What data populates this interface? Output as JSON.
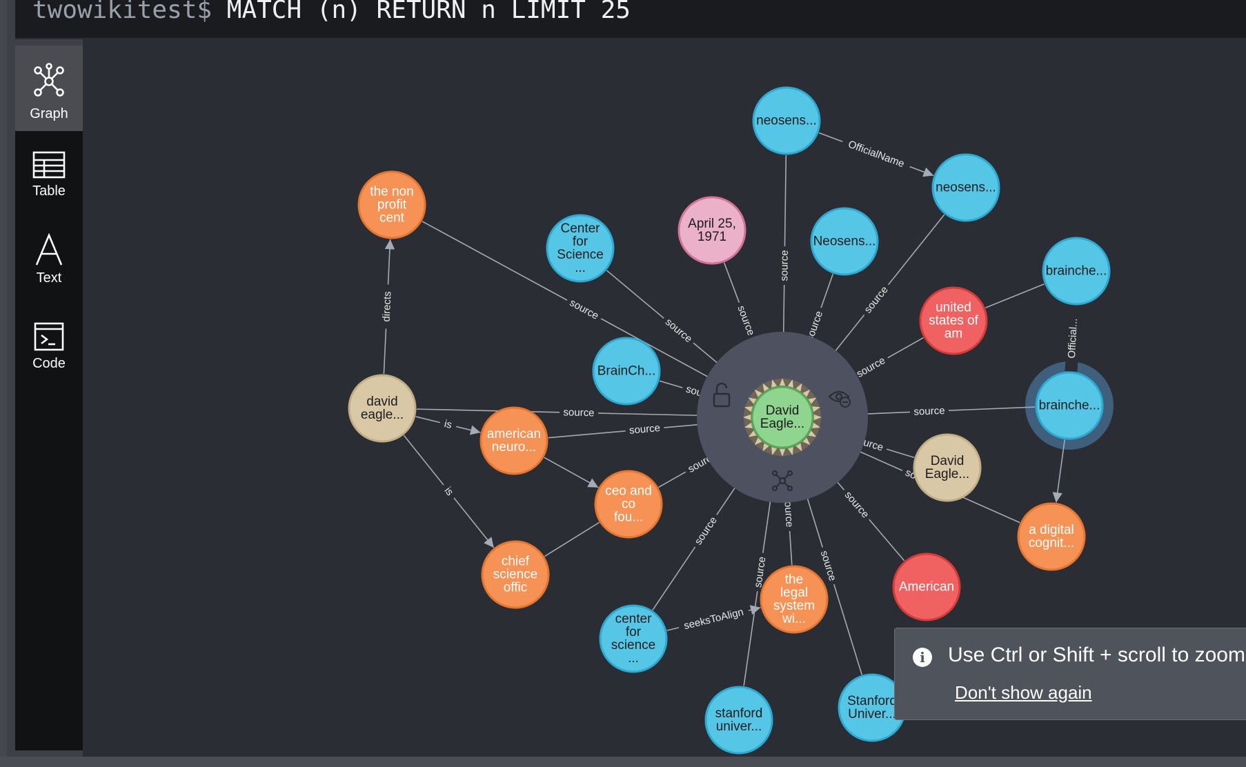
{
  "query": {
    "prompt": "twowikitest$",
    "text": "MATCH (n) RETURN n LIMIT 25"
  },
  "sidebar": [
    {
      "label": "Graph",
      "icon": "graph-icon",
      "active": true
    },
    {
      "label": "Table",
      "icon": "table-icon",
      "active": false
    },
    {
      "label": "Text",
      "icon": "text-icon",
      "active": false
    },
    {
      "label": "Code",
      "icon": "code-icon",
      "active": false
    }
  ],
  "colors": {
    "blue": "#55c6e6",
    "blue_stroke": "#2ea9d1",
    "orange": "#f79256",
    "orange_stroke": "#e4762f",
    "tan": "#d9c8a6",
    "tan_stroke": "#c1ad86",
    "pink": "#eab1c8",
    "pink_stroke": "#d4739a",
    "red": "#f06262",
    "red_stroke": "#d83a3a",
    "green": "#8fd48f",
    "green_stroke": "#57a957"
  },
  "graph": {
    "nodes": [
      {
        "id": "david_center",
        "lines": [
          "David",
          "Eagle..."
        ],
        "type": "green",
        "selected": true
      },
      {
        "id": "neosens1",
        "lines": [
          "neosens..."
        ],
        "type": "blue"
      },
      {
        "id": "neosens2",
        "lines": [
          "neosens..."
        ],
        "type": "blue"
      },
      {
        "id": "neosens3",
        "lines": [
          "Neosens..."
        ],
        "type": "blue"
      },
      {
        "id": "april",
        "lines": [
          "April 25,",
          "1971"
        ],
        "type": "pink"
      },
      {
        "id": "center_sci",
        "lines": [
          "Center",
          "for",
          "Science",
          "..."
        ],
        "type": "blue"
      },
      {
        "id": "nonprofit",
        "lines": [
          "the non",
          "profit",
          "cent"
        ],
        "type": "orange"
      },
      {
        "id": "brainch_upper",
        "lines": [
          "brainche..."
        ],
        "type": "blue"
      },
      {
        "id": "united",
        "lines": [
          "united",
          "states of",
          "am"
        ],
        "type": "red"
      },
      {
        "id": "brainch_lower",
        "lines": [
          "brainche..."
        ],
        "type": "blue",
        "halo": true
      },
      {
        "id": "brainch_left",
        "lines": [
          "BrainCh..."
        ],
        "type": "blue"
      },
      {
        "id": "david_left",
        "lines": [
          "david",
          "eagle..."
        ],
        "type": "tan"
      },
      {
        "id": "amer_neuro",
        "lines": [
          "american",
          "neuro..."
        ],
        "type": "orange"
      },
      {
        "id": "ceo",
        "lines": [
          "ceo and",
          "co",
          "fou..."
        ],
        "type": "orange"
      },
      {
        "id": "chief",
        "lines": [
          "chief",
          "science",
          "offic"
        ],
        "type": "orange"
      },
      {
        "id": "david_right",
        "lines": [
          "David",
          "Eagle..."
        ],
        "type": "tan"
      },
      {
        "id": "digital",
        "lines": [
          "a digital",
          "cognit..."
        ],
        "type": "orange"
      },
      {
        "id": "american",
        "lines": [
          "American"
        ],
        "type": "red"
      },
      {
        "id": "legal",
        "lines": [
          "the",
          "legal",
          "system",
          "wi..."
        ],
        "type": "orange"
      },
      {
        "id": "center_sci2",
        "lines": [
          "center",
          "for",
          "science",
          "..."
        ],
        "type": "blue"
      },
      {
        "id": "stanford1",
        "lines": [
          "stanford",
          "univer..."
        ],
        "type": "blue"
      },
      {
        "id": "stanford2",
        "lines": [
          "Stanford",
          "Univer..."
        ],
        "type": "blue"
      }
    ],
    "edges": [
      {
        "from": "neosens1",
        "to": "neosens2",
        "label": "OfficialName",
        "arrow": true
      },
      {
        "from": "nonprofit",
        "to": "david_center",
        "label": "source"
      },
      {
        "from": "center_sci",
        "to": "david_center",
        "label": "source"
      },
      {
        "from": "april",
        "to": "david_center",
        "label": "source"
      },
      {
        "from": "neosens1",
        "to": "david_center",
        "label": "source"
      },
      {
        "from": "neosens3",
        "to": "david_center",
        "label": "source"
      },
      {
        "from": "neosens2",
        "to": "david_center",
        "label": "source"
      },
      {
        "from": "united",
        "to": "david_center",
        "label": "source"
      },
      {
        "from": "brainch_upper",
        "to": "united",
        "label": ""
      },
      {
        "from": "brainch_upper",
        "to": "brainch_lower",
        "label": "Official...",
        "arrow": true
      },
      {
        "from": "brainch_left",
        "to": "david_center",
        "label": "source"
      },
      {
        "from": "david_left",
        "to": "nonprofit",
        "label": "directs",
        "arrow": true
      },
      {
        "from": "david_left",
        "to": "david_center",
        "label": "source"
      },
      {
        "from": "david_left",
        "to": "amer_neuro",
        "label": "is",
        "arrow": true
      },
      {
        "from": "amer_neuro",
        "to": "david_center",
        "label": "source"
      },
      {
        "from": "amer_neuro",
        "to": "ceo",
        "label": "",
        "arrow": true
      },
      {
        "from": "david_left",
        "to": "chief",
        "label": "is",
        "arrow": true
      },
      {
        "from": "chief",
        "to": "ceo",
        "label": ""
      },
      {
        "from": "ceo",
        "to": "david_center",
        "label": "source"
      },
      {
        "from": "brainch_lower",
        "to": "david_center",
        "label": "source"
      },
      {
        "from": "brainch_lower",
        "to": "digital",
        "label": "",
        "arrow": true
      },
      {
        "from": "david_right",
        "to": "david_center",
        "label": "source"
      },
      {
        "from": "digital",
        "to": "david_center",
        "label": "source"
      },
      {
        "from": "american",
        "to": "david_center",
        "label": "source"
      },
      {
        "from": "legal",
        "to": "david_center",
        "label": "source"
      },
      {
        "from": "center_sci2",
        "to": "david_center",
        "label": "source"
      },
      {
        "from": "center_sci2",
        "to": "legal",
        "label": "seeksToAlign",
        "arrow": true
      },
      {
        "from": "stanford1",
        "to": "david_center",
        "label": "source"
      },
      {
        "from": "stanford2",
        "to": "david_center",
        "label": "source"
      }
    ]
  },
  "toast": {
    "icon": "info-icon",
    "message": "Use Ctrl or Shift + scroll to zoom",
    "link": "Don't show again"
  }
}
